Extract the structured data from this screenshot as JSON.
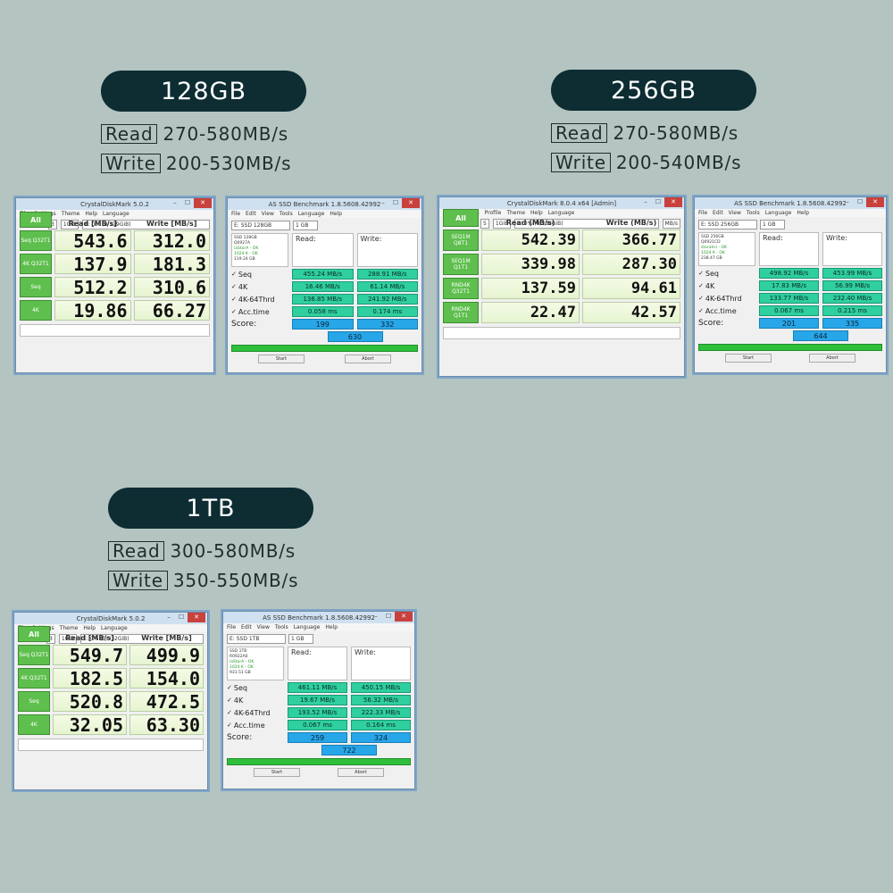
{
  "s128": {
    "pill": "128GB",
    "read_label": "Read",
    "read_range": "270-580MB/s",
    "write_label": "Write",
    "write_range": "200-530MB/s",
    "cdm": {
      "title": "CrystalDiskMark 5.0.2",
      "menu": [
        "File",
        "Settings",
        "Theme",
        "Help",
        "Language"
      ],
      "all": "All",
      "count": "3",
      "size": "1GiB",
      "drive": "E: 0% (0/119GiB)",
      "read_hdr": "Read [MB/s]",
      "write_hdr": "Write [MB/s]",
      "rows": [
        {
          "label": "Seq Q32T1",
          "read": "543.6",
          "write": "312.0"
        },
        {
          "label": "4K Q32T1",
          "read": "137.9",
          "write": "181.3"
        },
        {
          "label": "Seq",
          "read": "512.2",
          "write": "310.6"
        },
        {
          "label": "4K",
          "read": "19.86",
          "write": "66.27"
        }
      ]
    },
    "as": {
      "title": "AS SSD Benchmark 1.8.5608.42992",
      "menu": [
        "File",
        "Edit",
        "View",
        "Tools",
        "Language",
        "Help"
      ],
      "drive": "E: SSD 128GB",
      "mode": "1 GB",
      "info": [
        "SSD 128GB",
        "Q0927A",
        "iaStorA - OK",
        "1024 K - OK",
        "119.24 GB"
      ],
      "read_hdr": "Read:",
      "write_hdr": "Write:",
      "rows": [
        {
          "label": "Seq",
          "read": "455.24 MB/s",
          "write": "288.91 MB/s"
        },
        {
          "label": "4K",
          "read": "16.46 MB/s",
          "write": "61.14 MB/s"
        },
        {
          "label": "4K-64Thrd",
          "read": "136.85 MB/s",
          "write": "241.92 MB/s"
        },
        {
          "label": "Acc.time",
          "read": "0.058 ms",
          "write": "0.174 ms"
        }
      ],
      "score_label": "Score:",
      "score_read": "199",
      "score_write": "332",
      "score_total": "630",
      "start": "Start",
      "abort": "Abort"
    }
  },
  "s256": {
    "pill": "256GB",
    "read_label": "Read",
    "read_range": "270-580MB/s",
    "write_label": "Write",
    "write_range": "200-540MB/s",
    "cdm": {
      "title": "CrystalDiskMark 8.0.4 x64 [Admin]",
      "menu": [
        "File",
        "Settings",
        "Profile",
        "Theme",
        "Help",
        "Language"
      ],
      "all": "All",
      "count": "5",
      "size": "1GiB",
      "drive": "E: 0% (0/238GiB)",
      "unit": "MB/s",
      "read_hdr": "Read (MB/s)",
      "write_hdr": "Write (MB/s)",
      "rows": [
        {
          "label": "SEQ1M Q8T1",
          "read": "542.39",
          "write": "366.77"
        },
        {
          "label": "SEQ1M Q1T1",
          "read": "339.98",
          "write": "287.30"
        },
        {
          "label": "RND4K Q32T1",
          "read": "137.59",
          "write": "94.61"
        },
        {
          "label": "RND4K Q1T1",
          "read": "22.47",
          "write": "42.57"
        }
      ]
    },
    "as": {
      "title": "AS SSD Benchmark 1.8.5608.42992",
      "menu": [
        "File",
        "Edit",
        "View",
        "Tools",
        "Language",
        "Help"
      ],
      "drive": "E: SSD 256GB",
      "mode": "1 GB",
      "info": [
        "SSD 256GB",
        "Q0921CD",
        "storahci - OK",
        "1024 K - OK",
        "238.47 GB"
      ],
      "read_hdr": "Read:",
      "write_hdr": "Write:",
      "rows": [
        {
          "label": "Seq",
          "read": "498.92 MB/s",
          "write": "453.99 MB/s"
        },
        {
          "label": "4K",
          "read": "17.83 MB/s",
          "write": "56.99 MB/s"
        },
        {
          "label": "4K-64Thrd",
          "read": "133.77 MB/s",
          "write": "232.40 MB/s"
        },
        {
          "label": "Acc.time",
          "read": "0.067 ms",
          "write": "0.215 ms"
        }
      ],
      "score_label": "Score:",
      "score_read": "201",
      "score_write": "335",
      "score_total": "644",
      "start": "Start",
      "abort": "Abort"
    }
  },
  "s1tb": {
    "pill": "1TB",
    "read_label": "Read",
    "read_range": "300-580MB/s",
    "write_label": "Write",
    "write_range": "350-550MB/s",
    "cdm": {
      "title": "CrystalDiskMark 5.0.2",
      "menu": [
        "File",
        "Settings",
        "Theme",
        "Help",
        "Language"
      ],
      "all": "All",
      "count": "3",
      "size": "1GiB",
      "drive": "E: 0% (0/932GiB)",
      "read_hdr": "Read [MB/s]",
      "write_hdr": "Write [MB/s]",
      "rows": [
        {
          "label": "Seq Q32T1",
          "read": "549.7",
          "write": "499.9"
        },
        {
          "label": "4K Q32T1",
          "read": "182.5",
          "write": "154.0"
        },
        {
          "label": "Seq",
          "read": "520.8",
          "write": "472.5"
        },
        {
          "label": "4K",
          "read": "32.05",
          "write": "63.30"
        }
      ]
    },
    "as": {
      "title": "AS SSD Benchmark 1.8.5608.42992",
      "menu": [
        "File",
        "Edit",
        "View",
        "Tools",
        "Language",
        "Help"
      ],
      "drive": "E: SSD 1TB",
      "mode": "1 GB",
      "info": [
        "SSD 1TB",
        "R0922A0",
        "iaStorA - OK",
        "1024 K - OK",
        "931.51 GB"
      ],
      "read_hdr": "Read:",
      "write_hdr": "Write:",
      "rows": [
        {
          "label": "Seq",
          "read": "461.11 MB/s",
          "write": "450.15 MB/s"
        },
        {
          "label": "4K",
          "read": "19.67 MB/s",
          "write": "56.32 MB/s"
        },
        {
          "label": "4K-64Thrd",
          "read": "193.52 MB/s",
          "write": "222.33 MB/s"
        },
        {
          "label": "Acc.time",
          "read": "0.067 ms",
          "write": "0.164 ms"
        }
      ],
      "score_label": "Score:",
      "score_read": "259",
      "score_write": "324",
      "score_total": "722",
      "start": "Start",
      "abort": "Abort"
    }
  }
}
